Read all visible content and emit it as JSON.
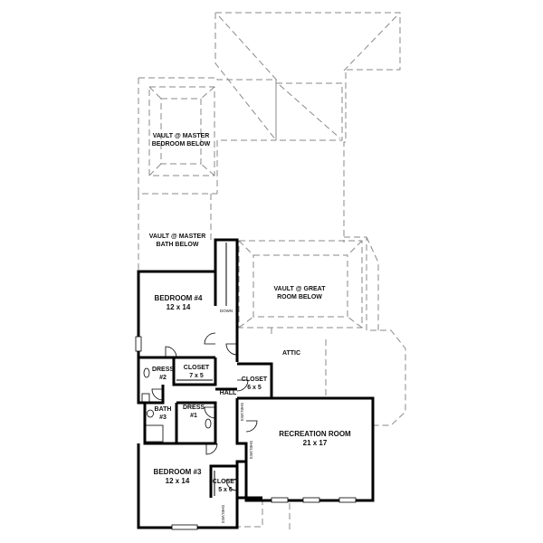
{
  "colors": {
    "wall": "#000000",
    "roof_dash": "#8a8a8a",
    "background": "#ffffff"
  },
  "labels": {
    "vault_master_bedroom": [
      "VAULT @ MASTER",
      "BEDROOM BELOW"
    ],
    "vault_master_bath": [
      "VAULT @ MASTER",
      "BATH BELOW"
    ],
    "vault_great_room": [
      "VAULT @ GREAT",
      "ROOM BELOW"
    ],
    "bedroom4": {
      "name": "BEDROOM #4",
      "size": "12 x 14"
    },
    "bedroom3": {
      "name": "BEDROOM #3",
      "size": "12 x 14"
    },
    "recreation_room": {
      "name": "RECREATION ROOM",
      "size": "21 x 17"
    },
    "closet_bed4": {
      "name": "CLOSET",
      "size": "7 x 5"
    },
    "closet_hall": {
      "name": "CLOSET",
      "size": "6 x 5"
    },
    "closet_bed3": {
      "name": "CLOSET",
      "size": "5 x 6"
    },
    "dress2": {
      "name": "DRESS",
      "num": "#2"
    },
    "dress1": {
      "name": "DRESS",
      "num": "#1"
    },
    "bath3": {
      "name": "BATH",
      "num": "#3"
    },
    "hall": "HALL",
    "attic": "ATTIC",
    "down": "DOWN",
    "shelves": [
      "SHELVES",
      "SHELVES",
      "SHELVES"
    ]
  }
}
